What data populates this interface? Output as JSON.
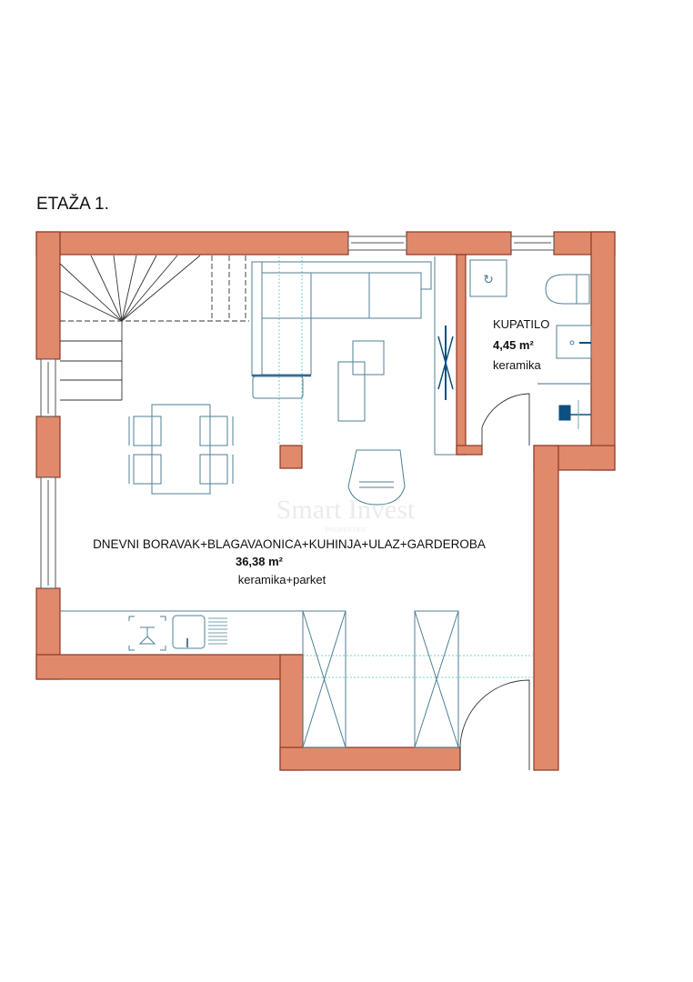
{
  "floor_title": "ETAŽA 1.",
  "rooms": [
    {
      "name": "DNEVNI BORAVAK+BLAGAVAONICA+KUHINJA+ULAZ+GARDEROBA",
      "area": "36,38 m²",
      "flooring": "keramika+parket"
    },
    {
      "name": "KUPATILO",
      "area": "4,45 m²",
      "flooring": "keramika"
    }
  ],
  "watermark": {
    "brand": "Smart Invest",
    "sub": "PROPERTIES"
  },
  "colors": {
    "wall": "#E0896B",
    "furniture": "#4f7f95",
    "fixture": "#0d4f80",
    "guide": "#48c6d6"
  }
}
